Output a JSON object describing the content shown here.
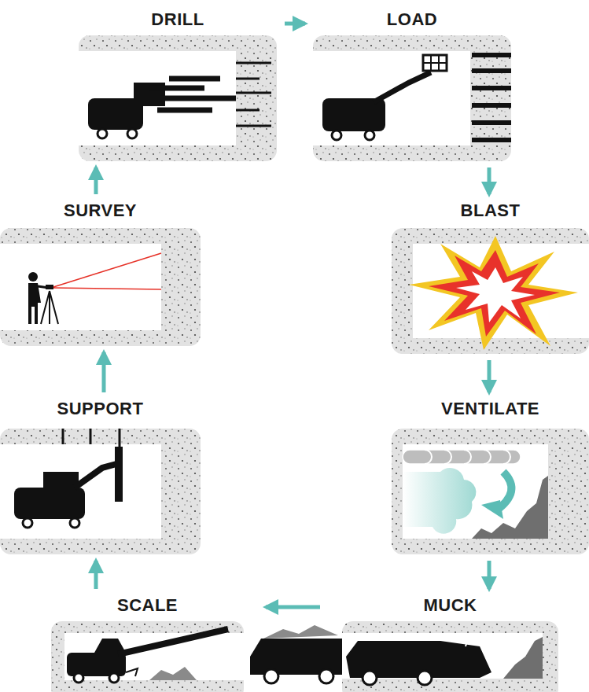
{
  "diagram": {
    "nodes": [
      {
        "text": [
          "DRILL"
        ]
      },
      {
        "text": [
          "LOAD"
        ]
      },
      {
        "text": [
          "BLAST"
        ]
      },
      {
        "text": [
          "VENTILATE"
        ]
      },
      {
        "text": [
          "MUCK"
        ]
      },
      {
        "text": [
          "SCALE"
        ]
      },
      {
        "text": [
          "SUPPORT"
        ]
      },
      {
        "text": [
          "SURVEY"
        ]
      }
    ],
    "edges": [
      {
        "from": 0,
        "to": 1,
        "arrow": "to"
      },
      {
        "from": 1,
        "to": 2,
        "arrow": "to"
      },
      {
        "from": 2,
        "to": 3,
        "arrow": "to"
      },
      {
        "from": 3,
        "to": 4,
        "arrow": "to"
      },
      {
        "from": 4,
        "to": 5,
        "arrow": "to"
      },
      {
        "from": 5,
        "to": 6,
        "arrow": "to"
      },
      {
        "from": 6,
        "to": 7,
        "arrow": "to"
      },
      {
        "from": 7,
        "to": 0,
        "arrow": "to"
      }
    ]
  }
}
